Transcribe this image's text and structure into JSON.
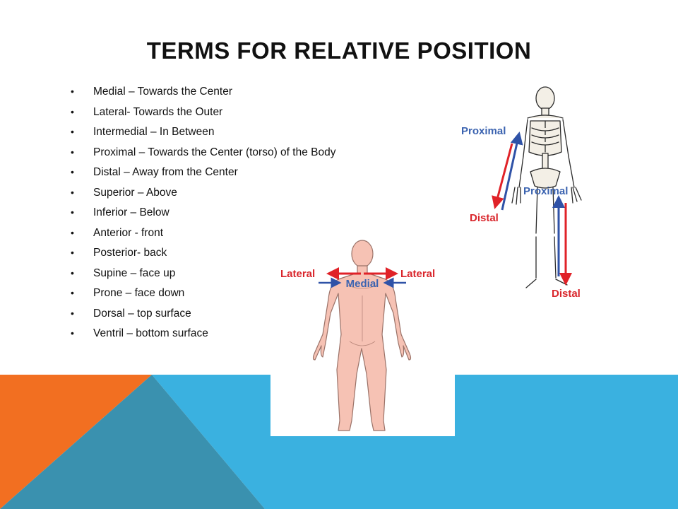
{
  "slide": {
    "title": "TERMS FOR RELATIVE POSITION",
    "bullets": [
      "Medial – Towards the Center",
      "Lateral- Towards the Outer",
      "Intermedial – In Between",
      "Proximal – Towards the Center (torso) of the Body",
      "Distal – Away from the Center",
      "Superior – Above",
      "Inferior – Below",
      "Anterior - front",
      "Posterior- back",
      "Supine – face up",
      "Prone – face down",
      "Dorsal – top surface",
      "Ventril – bottom surface"
    ],
    "bullet_glyph": "•"
  },
  "body_figure": {
    "label_lateral_left": "Lateral",
    "label_medial": "Medial",
    "label_lateral_right": "Lateral"
  },
  "skeleton_figure": {
    "label_proximal_arm": "Proximal",
    "label_distal_arm": "Distal",
    "label_proximal_leg": "Proximal",
    "label_distal_leg": "Distal"
  },
  "colors": {
    "orange": "#F26F21",
    "blue": "#3AB1E0",
    "teal": "#3A91AF",
    "arrow_red": "#E02228",
    "arrow_blue": "#2F52A7",
    "label_red": "#D9262C",
    "label_blue": "#3B63B0",
    "skin": "#F6C2B4"
  }
}
